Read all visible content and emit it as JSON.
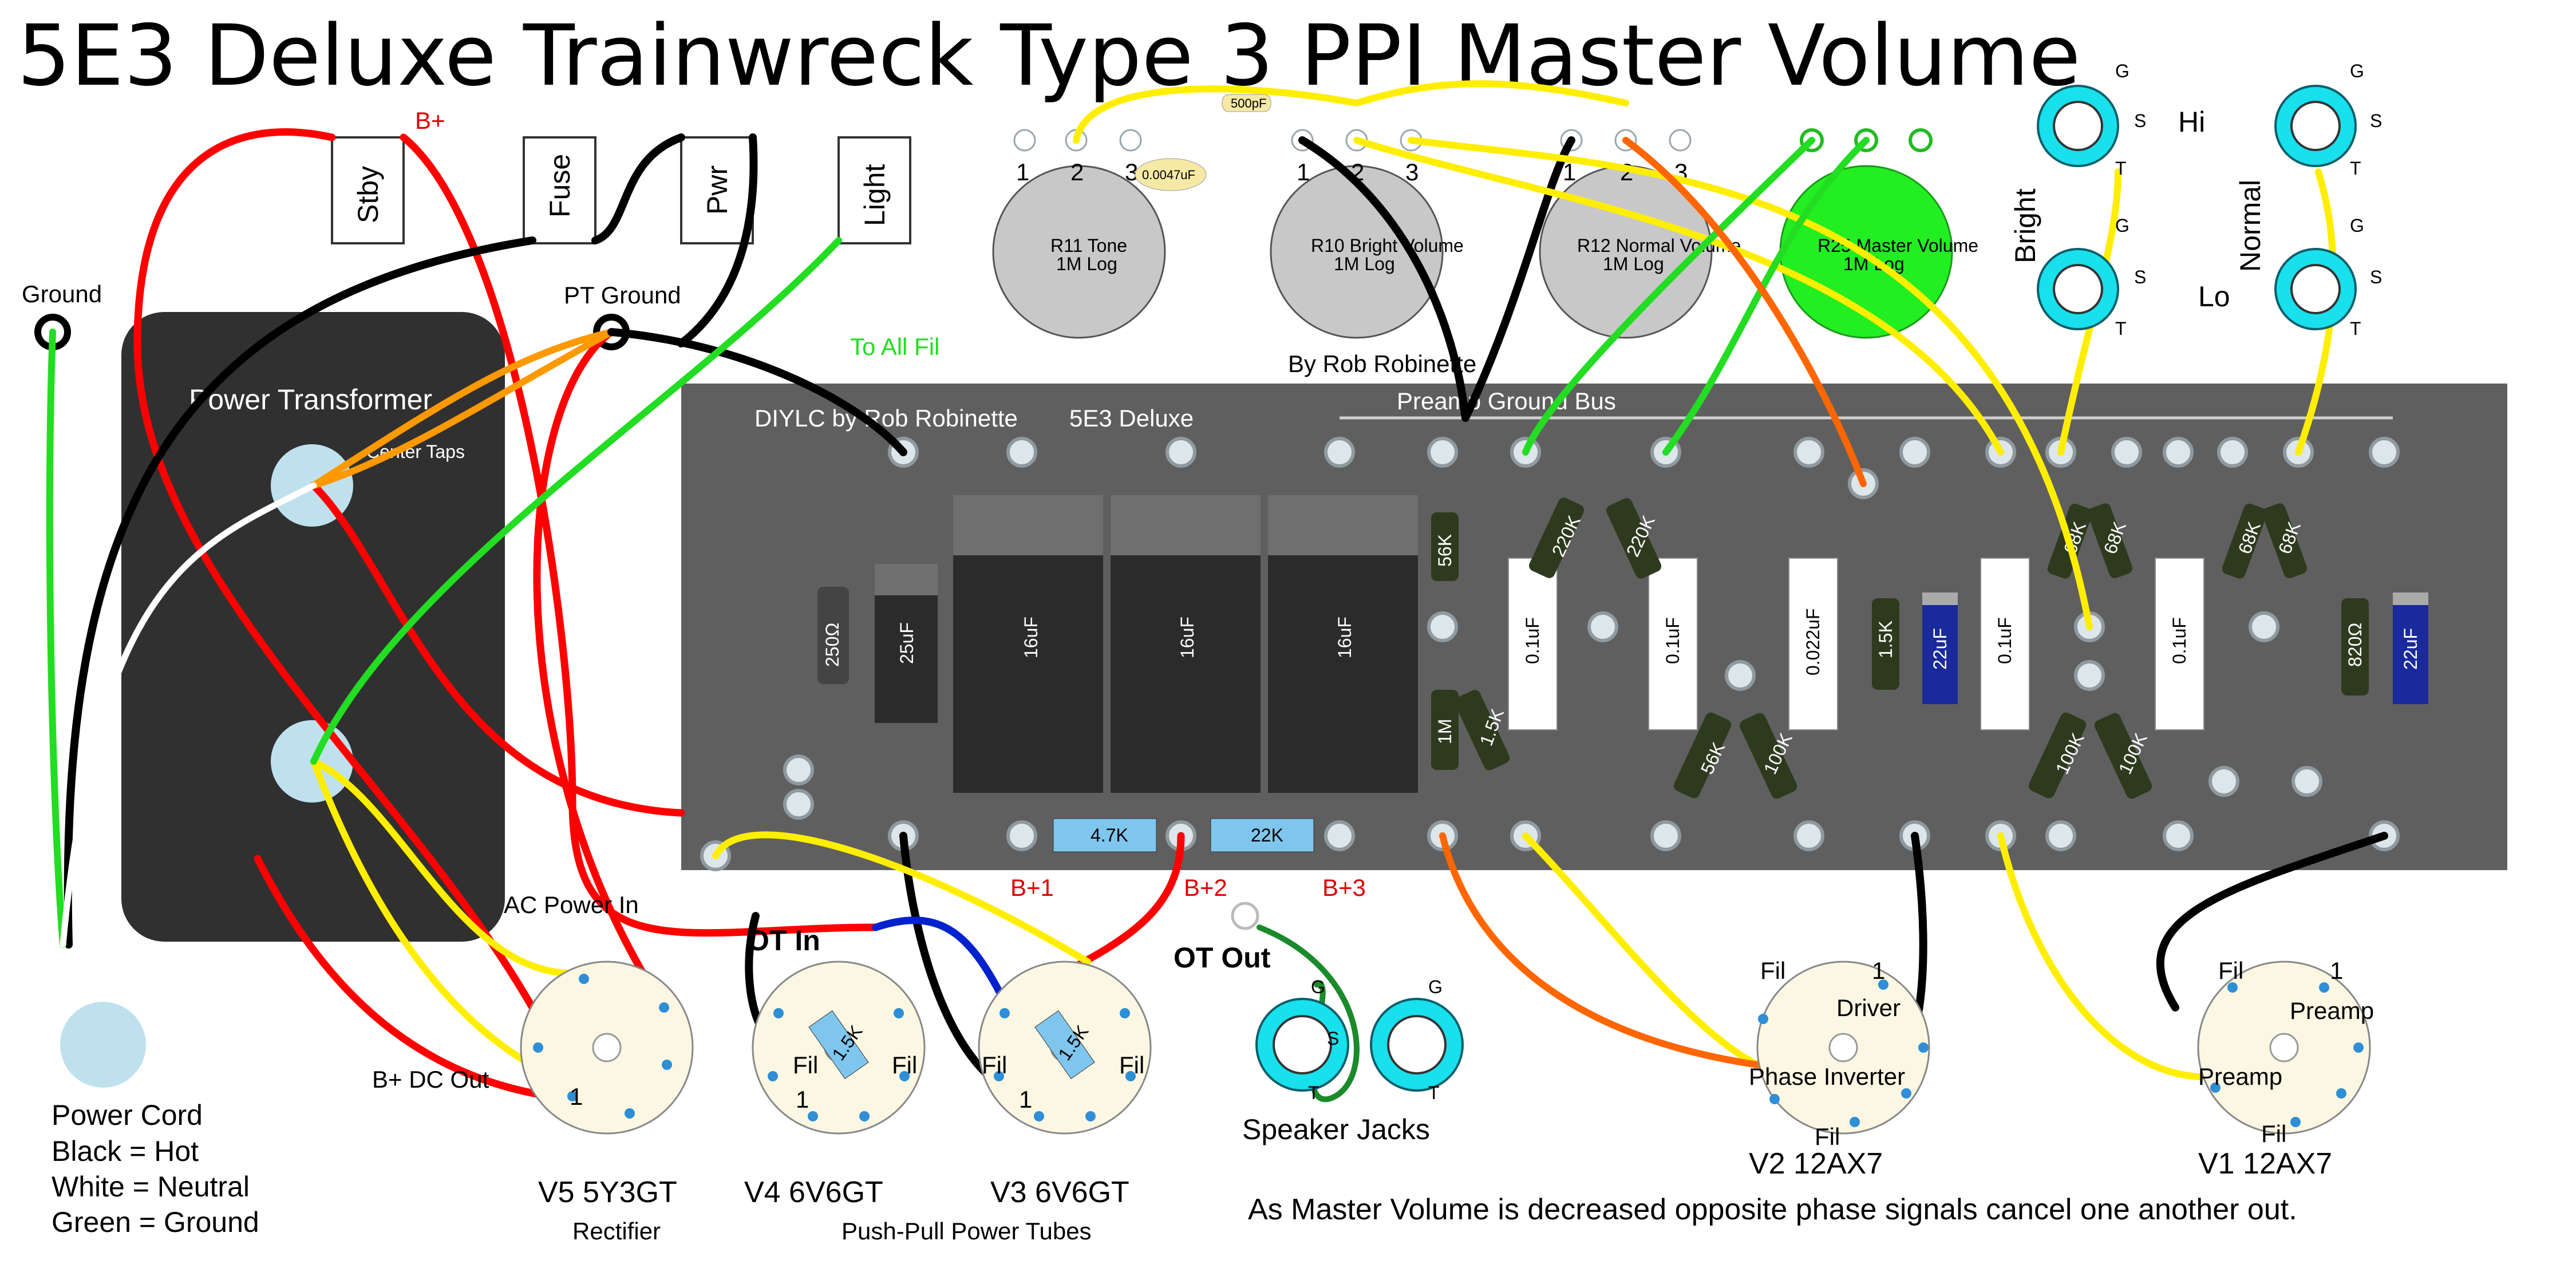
{
  "title": "5E3 Deluxe Trainwreck Type 3 PPI Master Volume",
  "credits": {
    "by": "By Rob Robinette",
    "diylc": "DIYLC by Rob Robinette",
    "board_name": "5E3 Deluxe"
  },
  "labels": {
    "ground": "Ground",
    "pt_ground": "PT Ground",
    "power_transformer": "Power Transformer",
    "center_taps": "Center Taps",
    "b_plus": "B+",
    "b1": "B+1",
    "b2": "B+2",
    "b3": "B+3",
    "preamp_ground_bus": "Preamp Ground Bus",
    "to_all_fil": "To All Fil",
    "ac_power_in": "AC Power In",
    "b_dc_out": "B+ DC Out",
    "ot_in": "OT In",
    "ot_out": "OT Out",
    "speaker_jacks": "Speaker Jacks",
    "hi": "Hi",
    "lo": "Lo",
    "bright": "Bright",
    "normal": "Normal",
    "g": "G",
    "s": "S",
    "t": "T",
    "fil": "Fil",
    "one": "1",
    "driver": "Driver",
    "phase_inverter": "Phase Inverter",
    "preamp": "Preamp"
  },
  "switches": [
    "Stby",
    "Fuse",
    "Pwr",
    "Light"
  ],
  "power_cord": [
    "Power Cord",
    "Black = Hot",
    "White = Neutral",
    "Green = Ground"
  ],
  "pots": [
    {
      "name": "R11 Tone",
      "value": "1M Log"
    },
    {
      "name": "R10 Bright Volume",
      "value": "1M Log"
    },
    {
      "name": "R12 Normal Volume",
      "value": "1M Log"
    },
    {
      "name": "R25 Master Volume",
      "value": "1M Log"
    }
  ],
  "pot_pins": [
    "1",
    "2",
    "3"
  ],
  "caps_small": [
    "500pF",
    "0.0047uF"
  ],
  "board_parts": {
    "filter_caps": [
      "16uF",
      "16uF",
      "16uF"
    ],
    "first_cap": "25uF",
    "r_250": "250Ω",
    "r_47k": "4.7K",
    "r_22k": "22K",
    "r_56k_a": "56K",
    "r_1m": "1M",
    "r_15k_a": "1.5K",
    "r_220k_a": "220K",
    "r_220k_b": "220K",
    "c_01_a": "0.1uF",
    "c_01_b": "0.1uF",
    "c_0022": "0.022uF",
    "r_15k_b": "1.5K",
    "cap_22uf_a": "22uF",
    "c_01_c": "0.1uF",
    "r_68k_a": "68K",
    "r_68k_b": "68K",
    "c_01_d": "0.1uF",
    "r_68k_c": "68K",
    "r_68k_d": "68K",
    "r_820": "820Ω",
    "cap_22uf_b": "22uF",
    "r_56k_b": "56K",
    "r_100k_a": "100K",
    "r_100k_b": "100K",
    "r_100k_c": "100K",
    "screen_r": "1.5K"
  },
  "tubes": [
    {
      "name": "V5  5Y3GT",
      "sub": "Rectifier"
    },
    {
      "name": "V4  6V6GT",
      "sub": ""
    },
    {
      "name": "V3  6V6GT",
      "sub": ""
    },
    {
      "name": "V2  12AX7",
      "sub": ""
    },
    {
      "name": "V1  12AX7",
      "sub": ""
    }
  ],
  "push_pull_label": "Push-Pull Power Tubes",
  "note": "As Master Volume is decreased opposite phase signals cancel one another out.",
  "colors": {
    "board": "#5f5f5f",
    "transformer": "#303030",
    "master_pot": "#22ee22",
    "jack": "#18e0ec",
    "note": "#22dd22",
    "bplus": "#e00000"
  }
}
